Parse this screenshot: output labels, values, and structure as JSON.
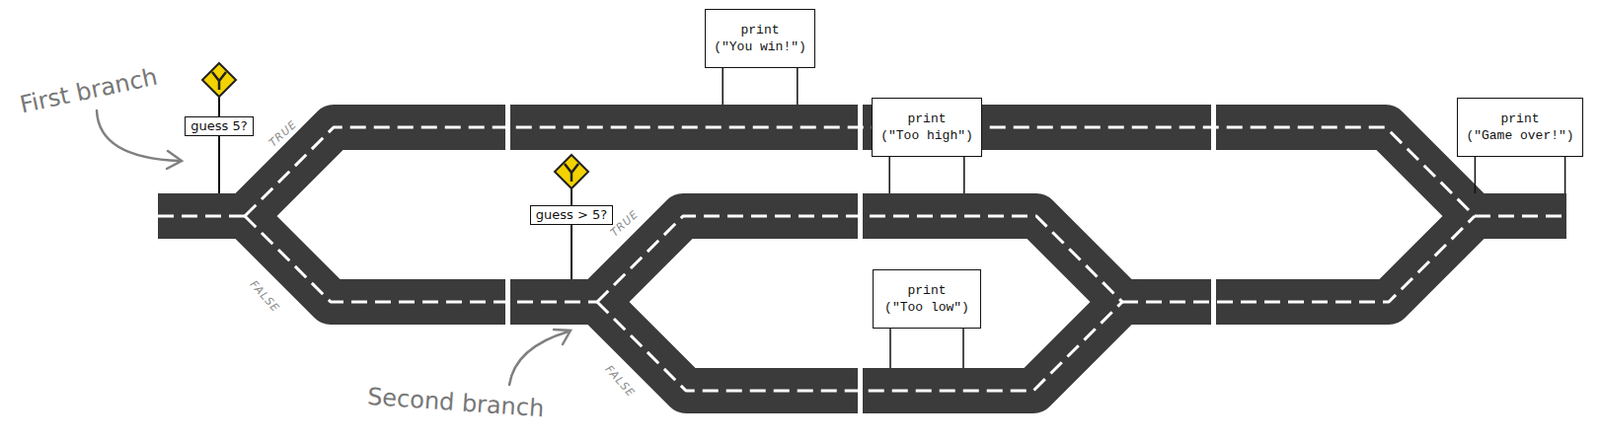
{
  "diagram": {
    "nodes": [
      {
        "text": [
          "guess 5?"
        ]
      },
      {
        "text": [
          "print",
          "(\"You win!\")"
        ]
      },
      {
        "text": [
          "guess > 5?"
        ]
      },
      {
        "text": [
          "print",
          "(\"Too high\")"
        ]
      },
      {
        "text": [
          "print",
          "(\"Too low\")"
        ]
      },
      {
        "text": [
          "print",
          "(\"Game over!\")"
        ]
      }
    ],
    "labels": [
      "First branch",
      "TRUE",
      "FALSE",
      "TRUE",
      "FALSE",
      "Second branch"
    ]
  }
}
